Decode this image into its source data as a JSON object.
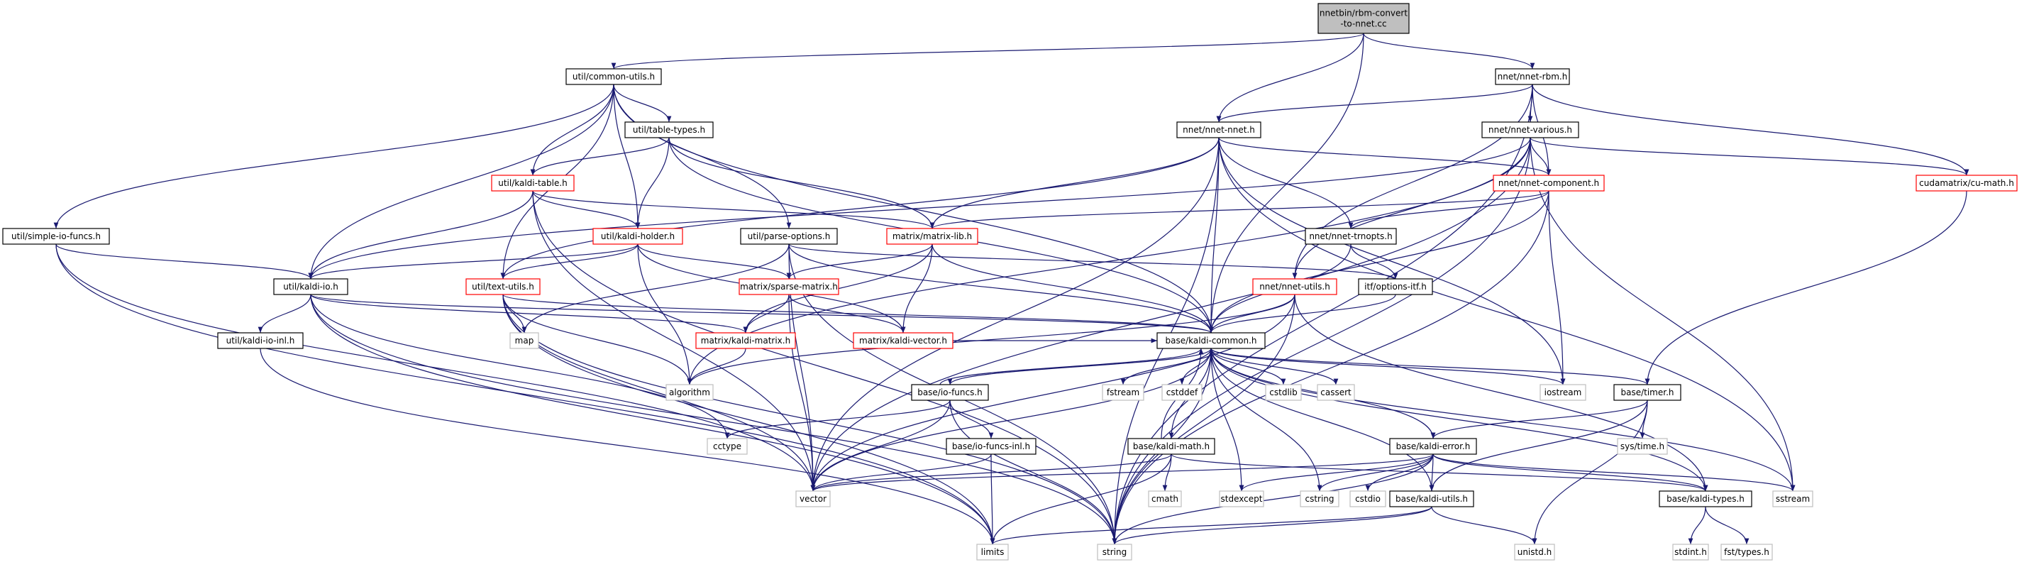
{
  "colors": {
    "edge": "#191970",
    "node_fill": "#ffffff",
    "root_fill": "#bfbfbf",
    "border_default": "#000000",
    "border_red": "#ff0000",
    "border_gray": "#bfbfbf"
  },
  "nodes": [
    {
      "id": "root",
      "lines": [
        "nnetbin/rbm-convert",
        "-to-nnet.cc"
      ],
      "style": "root"
    },
    {
      "id": "common_utils",
      "lines": [
        "util/common-utils.h"
      ],
      "style": "black"
    },
    {
      "id": "nnet_rbm",
      "lines": [
        "nnet/nnet-rbm.h"
      ],
      "style": "black"
    },
    {
      "id": "table_types",
      "lines": [
        "util/table-types.h"
      ],
      "style": "black"
    },
    {
      "id": "nnet_nnet",
      "lines": [
        "nnet/nnet-nnet.h"
      ],
      "style": "black"
    },
    {
      "id": "nnet_various",
      "lines": [
        "nnet/nnet-various.h"
      ],
      "style": "black"
    },
    {
      "id": "kaldi_table",
      "lines": [
        "util/kaldi-table.h"
      ],
      "style": "red"
    },
    {
      "id": "nnet_component",
      "lines": [
        "nnet/nnet-component.h"
      ],
      "style": "red"
    },
    {
      "id": "cu_math",
      "lines": [
        "cudamatrix/cu-math.h"
      ],
      "style": "red"
    },
    {
      "id": "simple_io",
      "lines": [
        "util/simple-io-funcs.h"
      ],
      "style": "black"
    },
    {
      "id": "kaldi_holder",
      "lines": [
        "util/kaldi-holder.h"
      ],
      "style": "red"
    },
    {
      "id": "parse_options",
      "lines": [
        "util/parse-options.h"
      ],
      "style": "black"
    },
    {
      "id": "matrix_lib",
      "lines": [
        "matrix/matrix-lib.h"
      ],
      "style": "red"
    },
    {
      "id": "nnet_trnopts",
      "lines": [
        "nnet/nnet-trnopts.h"
      ],
      "style": "black"
    },
    {
      "id": "kaldi_io",
      "lines": [
        "util/kaldi-io.h"
      ],
      "style": "black"
    },
    {
      "id": "text_utils",
      "lines": [
        "util/text-utils.h"
      ],
      "style": "red"
    },
    {
      "id": "sparse_matrix",
      "lines": [
        "matrix/sparse-matrix.h"
      ],
      "style": "red"
    },
    {
      "id": "nnet_utils",
      "lines": [
        "nnet/nnet-utils.h"
      ],
      "style": "red"
    },
    {
      "id": "options_itf",
      "lines": [
        "itf/options-itf.h"
      ],
      "style": "black"
    },
    {
      "id": "map",
      "lines": [
        "map"
      ],
      "style": "gray"
    },
    {
      "id": "kaldi_io_inl",
      "lines": [
        "util/kaldi-io-inl.h"
      ],
      "style": "black"
    },
    {
      "id": "kaldi_matrix",
      "lines": [
        "matrix/kaldi-matrix.h"
      ],
      "style": "red"
    },
    {
      "id": "kaldi_vector",
      "lines": [
        "matrix/kaldi-vector.h"
      ],
      "style": "red"
    },
    {
      "id": "kaldi_common",
      "lines": [
        "base/kaldi-common.h"
      ],
      "style": "black"
    },
    {
      "id": "algorithm",
      "lines": [
        "algorithm"
      ],
      "style": "gray"
    },
    {
      "id": "io_funcs",
      "lines": [
        "base/io-funcs.h"
      ],
      "style": "black"
    },
    {
      "id": "fstream",
      "lines": [
        "fstream"
      ],
      "style": "gray"
    },
    {
      "id": "cstddef",
      "lines": [
        "cstddef"
      ],
      "style": "gray"
    },
    {
      "id": "cstdlib",
      "lines": [
        "cstdlib"
      ],
      "style": "gray"
    },
    {
      "id": "cassert",
      "lines": [
        "cassert"
      ],
      "style": "gray"
    },
    {
      "id": "iostream",
      "lines": [
        "iostream"
      ],
      "style": "gray"
    },
    {
      "id": "timer",
      "lines": [
        "base/timer.h"
      ],
      "style": "black"
    },
    {
      "id": "cctype",
      "lines": [
        "cctype"
      ],
      "style": "gray"
    },
    {
      "id": "io_funcs_inl",
      "lines": [
        "base/io-funcs-inl.h"
      ],
      "style": "black"
    },
    {
      "id": "kaldi_math",
      "lines": [
        "base/kaldi-math.h"
      ],
      "style": "black"
    },
    {
      "id": "kaldi_error",
      "lines": [
        "base/kaldi-error.h"
      ],
      "style": "black"
    },
    {
      "id": "sys_time",
      "lines": [
        "sys/time.h"
      ],
      "style": "gray"
    },
    {
      "id": "vector",
      "lines": [
        "vector"
      ],
      "style": "gray"
    },
    {
      "id": "cmath",
      "lines": [
        "cmath"
      ],
      "style": "gray"
    },
    {
      "id": "stdexcept",
      "lines": [
        "stdexcept"
      ],
      "style": "gray"
    },
    {
      "id": "cstring",
      "lines": [
        "cstring"
      ],
      "style": "gray"
    },
    {
      "id": "cstdio",
      "lines": [
        "cstdio"
      ],
      "style": "gray"
    },
    {
      "id": "kaldi_utils",
      "lines": [
        "base/kaldi-utils.h"
      ],
      "style": "black"
    },
    {
      "id": "kaldi_types",
      "lines": [
        "base/kaldi-types.h"
      ],
      "style": "black"
    },
    {
      "id": "sstream",
      "lines": [
        "sstream"
      ],
      "style": "gray"
    },
    {
      "id": "limits",
      "lines": [
        "limits"
      ],
      "style": "gray"
    },
    {
      "id": "string",
      "lines": [
        "string"
      ],
      "style": "gray"
    },
    {
      "id": "unistd",
      "lines": [
        "unistd.h"
      ],
      "style": "gray"
    },
    {
      "id": "stdint",
      "lines": [
        "stdint.h"
      ],
      "style": "gray"
    },
    {
      "id": "fst_types",
      "lines": [
        "fst/types.h"
      ],
      "style": "gray"
    }
  ],
  "edges": [
    [
      "root",
      "common_utils"
    ],
    [
      "root",
      "nnet_nnet"
    ],
    [
      "root",
      "nnet_rbm"
    ],
    [
      "root",
      "kaldi_common"
    ],
    [
      "common_utils",
      "simple_io"
    ],
    [
      "common_utils",
      "kaldi_io"
    ],
    [
      "common_utils",
      "kaldi_table"
    ],
    [
      "common_utils",
      "table_types"
    ],
    [
      "common_utils",
      "kaldi_holder"
    ],
    [
      "common_utils",
      "text_utils"
    ],
    [
      "common_utils",
      "parse_options"
    ],
    [
      "common_utils",
      "kaldi_common"
    ],
    [
      "nnet_rbm",
      "nnet_nnet"
    ],
    [
      "nnet_rbm",
      "nnet_various"
    ],
    [
      "nnet_rbm",
      "nnet_component"
    ],
    [
      "nnet_rbm",
      "cu_math"
    ],
    [
      "nnet_rbm",
      "nnet_utils"
    ],
    [
      "nnet_rbm",
      "string"
    ],
    [
      "table_types",
      "kaldi_table"
    ],
    [
      "table_types",
      "kaldi_holder"
    ],
    [
      "table_types",
      "matrix_lib"
    ],
    [
      "table_types",
      "kaldi_common"
    ],
    [
      "nnet_nnet",
      "nnet_component"
    ],
    [
      "nnet_nnet",
      "nnet_trnopts"
    ],
    [
      "nnet_nnet",
      "matrix_lib"
    ],
    [
      "nnet_nnet",
      "kaldi_common"
    ],
    [
      "nnet_nnet",
      "vector"
    ],
    [
      "nnet_nnet",
      "iostream"
    ],
    [
      "nnet_nnet",
      "sstream"
    ],
    [
      "nnet_nnet",
      "string"
    ],
    [
      "nnet_nnet",
      "text_utils"
    ],
    [
      "nnet_various",
      "nnet_component"
    ],
    [
      "nnet_various",
      "nnet_utils"
    ],
    [
      "nnet_various",
      "cu_math"
    ],
    [
      "nnet_various",
      "algorithm"
    ],
    [
      "nnet_various",
      "kaldi_io"
    ],
    [
      "nnet_various",
      "vector"
    ],
    [
      "nnet_various",
      "sstream"
    ],
    [
      "nnet_various",
      "string"
    ],
    [
      "kaldi_table",
      "kaldi_io"
    ],
    [
      "kaldi_table",
      "kaldi_holder"
    ],
    [
      "kaldi_table",
      "matrix_lib"
    ],
    [
      "kaldi_table",
      "vector"
    ],
    [
      "kaldi_table",
      "string"
    ],
    [
      "nnet_component",
      "nnet_trnopts"
    ],
    [
      "nnet_component",
      "matrix_lib"
    ],
    [
      "nnet_component",
      "kaldi_common"
    ],
    [
      "nnet_component",
      "iostream"
    ],
    [
      "nnet_component",
      "string"
    ],
    [
      "cu_math",
      "timer"
    ],
    [
      "simple_io",
      "kaldi_io"
    ],
    [
      "simple_io",
      "vector"
    ],
    [
      "simple_io",
      "limits"
    ],
    [
      "kaldi_holder",
      "kaldi_io"
    ],
    [
      "kaldi_holder",
      "text_utils"
    ],
    [
      "kaldi_holder",
      "sparse_matrix"
    ],
    [
      "kaldi_holder",
      "kaldi_vector"
    ],
    [
      "kaldi_holder",
      "algorithm"
    ],
    [
      "parse_options",
      "options_itf"
    ],
    [
      "parse_options",
      "kaldi_common"
    ],
    [
      "parse_options",
      "map"
    ],
    [
      "parse_options",
      "vector"
    ],
    [
      "parse_options",
      "string"
    ],
    [
      "matrix_lib",
      "sparse_matrix"
    ],
    [
      "matrix_lib",
      "kaldi_matrix"
    ],
    [
      "matrix_lib",
      "kaldi_vector"
    ],
    [
      "matrix_lib",
      "kaldi_common"
    ],
    [
      "nnet_trnopts",
      "options_itf"
    ],
    [
      "nnet_trnopts",
      "kaldi_common"
    ],
    [
      "kaldi_io",
      "kaldi_io_inl"
    ],
    [
      "kaldi_io",
      "kaldi_matrix"
    ],
    [
      "kaldi_io",
      "kaldi_common"
    ],
    [
      "kaldi_io",
      "cctype"
    ],
    [
      "kaldi_io",
      "string"
    ],
    [
      "kaldi_io",
      "limits"
    ],
    [
      "text_utils",
      "map"
    ],
    [
      "text_utils",
      "algorithm"
    ],
    [
      "text_utils",
      "kaldi_common"
    ],
    [
      "text_utils",
      "vector"
    ],
    [
      "text_utils",
      "string"
    ],
    [
      "text_utils",
      "limits"
    ],
    [
      "sparse_matrix",
      "kaldi_matrix"
    ],
    [
      "sparse_matrix",
      "kaldi_vector"
    ],
    [
      "sparse_matrix",
      "vector"
    ],
    [
      "nnet_utils",
      "kaldi_common"
    ],
    [
      "nnet_utils",
      "algorithm"
    ],
    [
      "nnet_utils",
      "vector"
    ],
    [
      "nnet_utils",
      "string"
    ],
    [
      "nnet_utils",
      "kaldi_types"
    ],
    [
      "options_itf",
      "kaldi_common"
    ],
    [
      "kaldi_io_inl",
      "limits"
    ],
    [
      "kaldi_matrix",
      "algorithm"
    ],
    [
      "kaldi_vector",
      "kaldi_common"
    ],
    [
      "kaldi_common",
      "io_funcs"
    ],
    [
      "kaldi_common",
      "kaldi_math"
    ],
    [
      "kaldi_common",
      "kaldi_error"
    ],
    [
      "kaldi_common",
      "timer"
    ],
    [
      "kaldi_common",
      "kaldi_utils"
    ],
    [
      "kaldi_common",
      "kaldi_types"
    ],
    [
      "kaldi_common",
      "fstream"
    ],
    [
      "kaldi_common",
      "cstddef"
    ],
    [
      "kaldi_common",
      "cstdlib"
    ],
    [
      "kaldi_common",
      "cassert"
    ],
    [
      "kaldi_common",
      "iostream"
    ],
    [
      "kaldi_common",
      "vector"
    ],
    [
      "kaldi_common",
      "stdexcept"
    ],
    [
      "kaldi_common",
      "cstring"
    ],
    [
      "kaldi_common",
      "string"
    ],
    [
      "kaldi_common",
      "sstream"
    ],
    [
      "io_funcs",
      "kaldi_common"
    ],
    [
      "io_funcs",
      "io_funcs_inl"
    ],
    [
      "io_funcs",
      "cctype"
    ],
    [
      "io_funcs",
      "vector"
    ],
    [
      "io_funcs",
      "string"
    ],
    [
      "timer",
      "kaldi_error"
    ],
    [
      "timer",
      "kaldi_utils"
    ],
    [
      "timer",
      "sys_time"
    ],
    [
      "timer",
      "unistd"
    ],
    [
      "io_funcs_inl",
      "vector"
    ],
    [
      "io_funcs_inl",
      "limits"
    ],
    [
      "kaldi_math",
      "kaldi_common"
    ],
    [
      "kaldi_math",
      "kaldi_types"
    ],
    [
      "kaldi_math",
      "vector"
    ],
    [
      "kaldi_math",
      "cmath"
    ],
    [
      "kaldi_math",
      "limits"
    ],
    [
      "kaldi_error",
      "kaldi_utils"
    ],
    [
      "kaldi_error",
      "kaldi_types"
    ],
    [
      "kaldi_error",
      "vector"
    ],
    [
      "kaldi_error",
      "stdexcept"
    ],
    [
      "kaldi_error",
      "cstring"
    ],
    [
      "kaldi_error",
      "cstdio"
    ],
    [
      "kaldi_error",
      "sstream"
    ],
    [
      "kaldi_error",
      "string"
    ],
    [
      "kaldi_utils",
      "limits"
    ],
    [
      "kaldi_utils",
      "string"
    ],
    [
      "kaldi_utils",
      "unistd"
    ],
    [
      "kaldi_types",
      "stdint"
    ],
    [
      "kaldi_types",
      "fst_types"
    ]
  ]
}
